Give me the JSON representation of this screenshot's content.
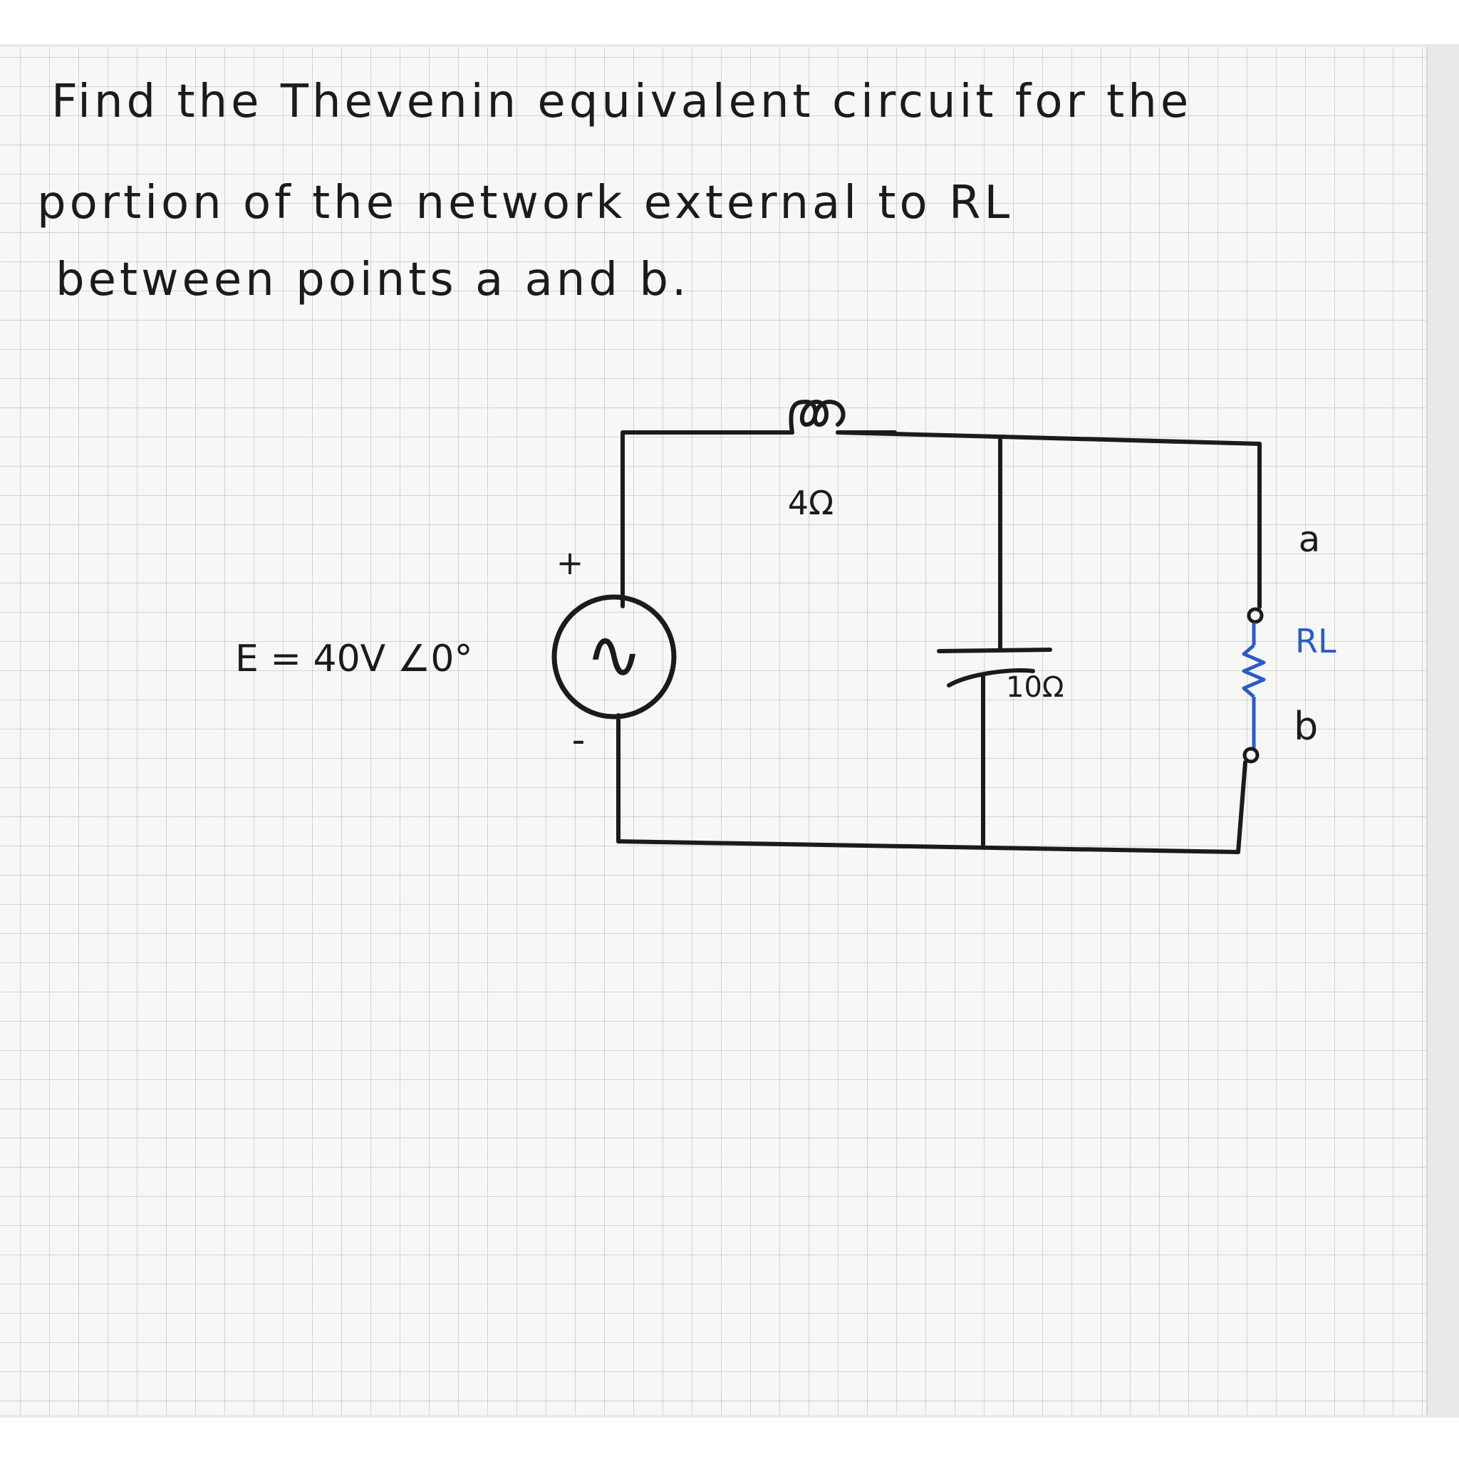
{
  "problem": {
    "lines": [
      "Find the Thevenin equivalent circuit for the",
      "portion of the network external to RL",
      "between points a and b."
    ]
  },
  "circuit": {
    "source_label": "E = 40V ∠0°",
    "source_plus": "+",
    "source_minus": "-",
    "source_symbol": "∿",
    "inductor_label": "4Ω",
    "capacitor_label": "10Ω",
    "load_label": "RL",
    "terminal_a": "a",
    "terminal_b": "b"
  },
  "colors": {
    "ink": "#1b1b1b",
    "load_ink": "#2a5bc7",
    "paper": "#f7f7f5",
    "grid": "#9a9a9a"
  }
}
